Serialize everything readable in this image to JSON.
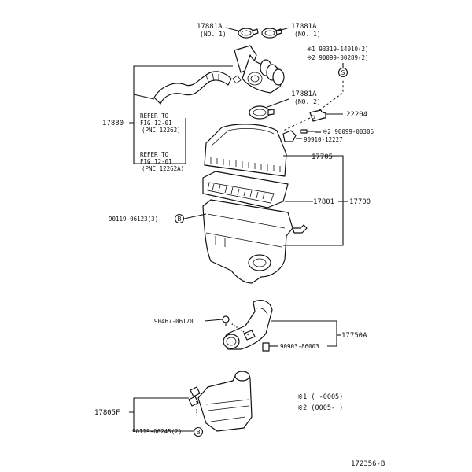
{
  "diagram_id": "172356-B",
  "labels": {
    "clamp_a1": "17881A",
    "clamp_a1_no": "(NO. 1)",
    "clamp_a2": "17881A",
    "clamp_a2_no": "(NO. 1)",
    "screw_1": "※1  93319-14010(2)",
    "screw_2": "※2  90099-00289(2)",
    "clamp_b": "17881A",
    "clamp_b_no": "(NO. 2)",
    "sensor": "22204",
    "clip_note": "※2 90099-00306",
    "clip": "90910-12227",
    "hose_assy": "17880",
    "refer_1a": "REFER TO",
    "refer_1b": "FIG 12-01",
    "refer_1c": "(PNC 12262)",
    "refer_2a": "REFER TO",
    "refer_2b": "FIG 12-01",
    "refer_2c": "(PNC 12262A)",
    "cap": "17705",
    "element": "17801",
    "cleaner_assy": "17700",
    "bolt_b": "90119-06123(3)",
    "clip_50": "90467-06170",
    "inlet_assy": "17750A",
    "grommet": "90903-86003",
    "resonator": "17805F",
    "bolt_b2": "90119-06245(2)",
    "note_1": "※1  (       -0005)",
    "note_2": "※2  (0005-        )",
    "callout_s": "S",
    "callout_b1": "B",
    "callout_b2": "B"
  }
}
